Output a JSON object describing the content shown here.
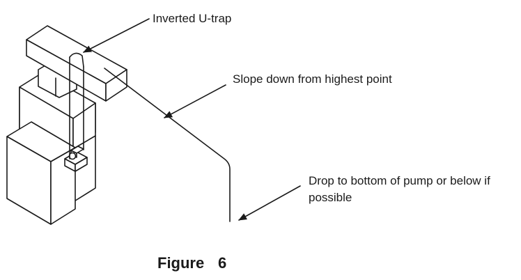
{
  "labels": {
    "inverted_u_trap": "Inverted U-trap",
    "slope_down": "Slope down from highest point",
    "drop_bottom_line1": "Drop to bottom of pump or below if",
    "drop_bottom_line2": "possible"
  },
  "caption": {
    "word": "Figure",
    "number": "6"
  }
}
